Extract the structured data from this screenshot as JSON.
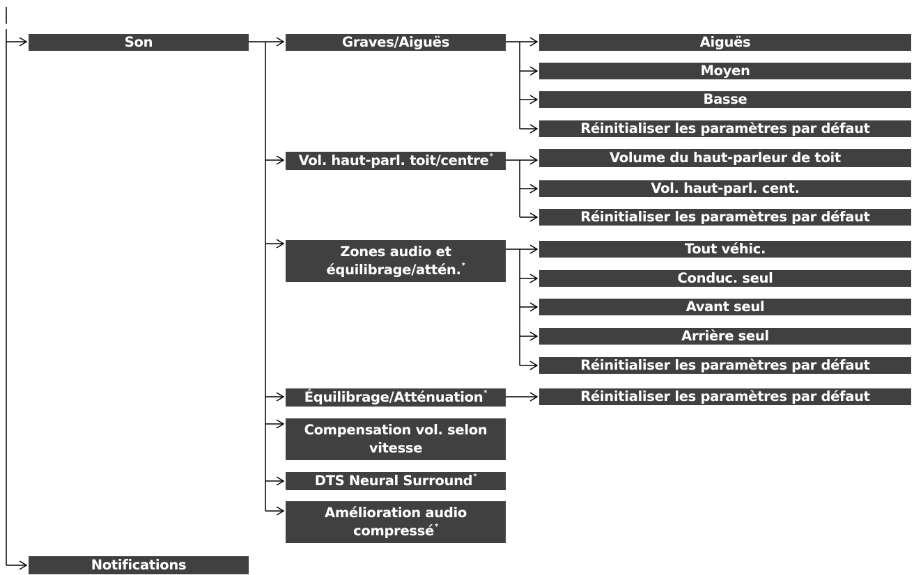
{
  "menu": {
    "son": {
      "label": "Son"
    },
    "notifications": {
      "label": "Notifications"
    },
    "graves_aigues": {
      "label": "Graves/Aiguës",
      "items": [
        "Aiguës",
        "Moyen",
        "Basse",
        "Réinitialiser les paramètres par défaut"
      ]
    },
    "vol_toit_centre": {
      "label": "Vol. haut-parl. toit/centre",
      "mark": "*",
      "items": [
        "Volume du haut-parleur de toit",
        "Vol. haut-parl. cent.",
        "Réinitialiser les paramètres par défaut"
      ]
    },
    "zones_audio": {
      "label_line1": "Zones audio et",
      "label_line2": "équilibrage/attén.",
      "mark": "*",
      "items": [
        "Tout véhic.",
        "Conduc. seul",
        "Avant seul",
        "Arrière seul",
        "Réinitialiser les paramètres par défaut"
      ]
    },
    "equilibrage": {
      "label": "Équilibrage/Atténuation",
      "mark": "*",
      "items": [
        "Réinitialiser les paramètres par défaut"
      ]
    },
    "compensation": {
      "label_line1": "Compensation vol. selon",
      "label_line2": "vitesse"
    },
    "dts": {
      "label": "DTS Neural Surround",
      "mark": "*"
    },
    "amelioration": {
      "label_line1": "Amélioration audio",
      "label_line2": "compressé",
      "mark": "*"
    }
  }
}
